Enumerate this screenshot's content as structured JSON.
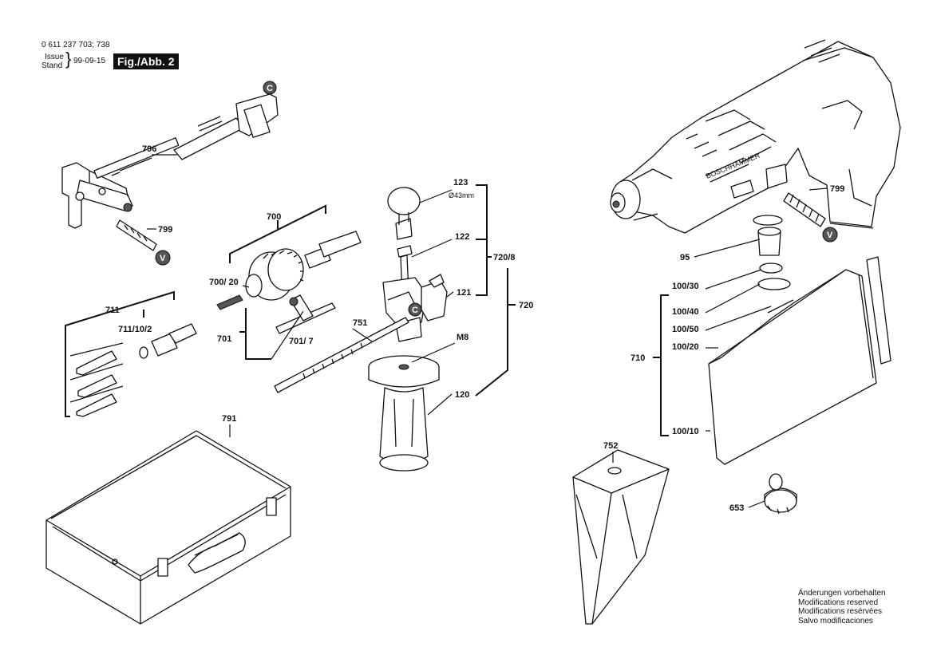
{
  "header": {
    "part_number": "0 611 237 703; 738",
    "issue_label": "Issue",
    "stand_label": "Stand",
    "date": "99-09-15",
    "figure": "Fig./Abb. 2"
  },
  "labels": {
    "p796": "796",
    "p799a": "799",
    "p799b": "799",
    "p700": "700",
    "p700_20": "700/ 20",
    "p701": "701",
    "p701_7": "701/ 7",
    "p711": "711",
    "p711_10_2": "711/10/2",
    "p123": "123",
    "p123_size": "Ø43mm",
    "p122": "122",
    "p720_8": "720/8",
    "p121": "121",
    "p720": "720",
    "p751": "751",
    "pM8": "M8",
    "p120": "120",
    "p791": "791",
    "p95": "95",
    "p100_30": "100/30",
    "p100_40": "100/40",
    "p100_50": "100/50",
    "p100_20": "100/20",
    "p710": "710",
    "p100_10": "100/10",
    "p752": "752",
    "p653": "653",
    "c1": "C",
    "c2": "C",
    "v1": "V",
    "v2": "V",
    "brand": "BOSCHHAMMER"
  },
  "notes": [
    "Änderungen vorbehalten",
    "Modifications reserved",
    "Modifications resérvées",
    "Salvo modificaciones"
  ]
}
